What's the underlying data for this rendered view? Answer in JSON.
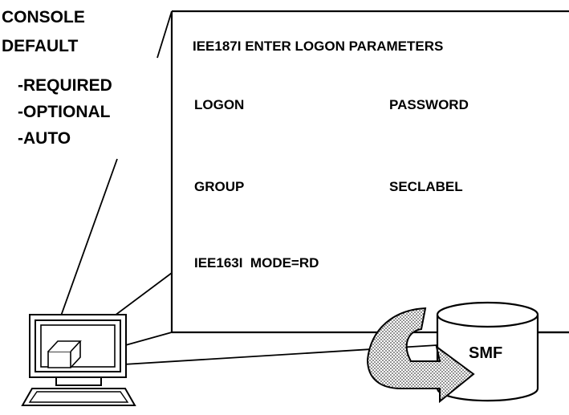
{
  "console_default": {
    "title_line1": "CONSOLE",
    "title_line2": "DEFAULT",
    "options": [
      "-REQUIRED",
      "-OPTIONAL",
      "-AUTO"
    ]
  },
  "screen": {
    "message_line": "IEE187I ENTER LOGON PARAMETERS",
    "logon_label": "LOGON",
    "password_label": "PASSWORD",
    "group_label": "GROUP",
    "seclabel_label": "SECLABEL",
    "mode_line": "IEE163I  MODE=RD"
  },
  "smf": {
    "label": "SMF"
  }
}
